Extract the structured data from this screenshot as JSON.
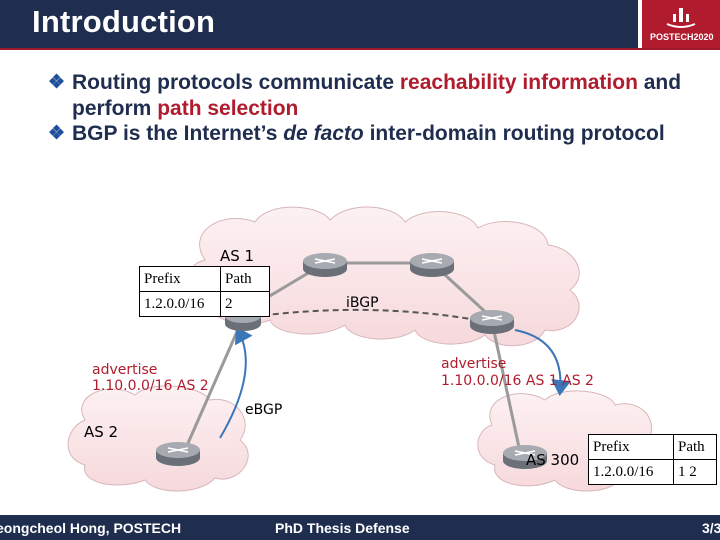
{
  "header": {
    "title": "Introduction",
    "logo_text": "POSTECH2020"
  },
  "bullets": [
    {
      "parts": [
        {
          "text": "Routing protocols communicate ",
          "style": "normal"
        },
        {
          "text": "reachability information",
          "style": "red"
        },
        {
          "text": " and perform ",
          "style": "normal"
        },
        {
          "text": "path selection",
          "style": "red"
        }
      ]
    },
    {
      "parts": [
        {
          "text": "BGP is the Internet’s ",
          "style": "normal"
        },
        {
          "text": "de facto",
          "style": "italic"
        },
        {
          "text": " inter-domain routing protocol",
          "style": "normal"
        }
      ]
    }
  ],
  "diagram": {
    "as1_label": "AS 1",
    "as2_label": "AS 2",
    "as300_label": "AS 300",
    "ibgp_label": "iBGP",
    "ebgp_label": "eBGP",
    "advertise_left": {
      "line1": "advertise",
      "line2": "1.10.0.0/16 AS 2"
    },
    "advertise_right": {
      "line1": "advertise",
      "line2": "1.10.0.0/16 AS 1 AS 2"
    },
    "table_as1": {
      "headers": [
        "Prefix",
        "Path"
      ],
      "row": [
        "1.2.0.0/16",
        "2"
      ]
    },
    "table_as300": {
      "headers": [
        "Prefix",
        "Path"
      ],
      "row": [
        "1.2.0.0/16",
        "1 2"
      ]
    }
  },
  "footer": {
    "author": "eongcheol Hong, POSTECH",
    "event": "PhD Thesis Defense",
    "page": "3/3"
  },
  "colors": {
    "navy": "#1f2d4f",
    "accent_red": "#b01c2e",
    "cloud_fill": "#fbe8ea",
    "router": "#8a8f96"
  }
}
